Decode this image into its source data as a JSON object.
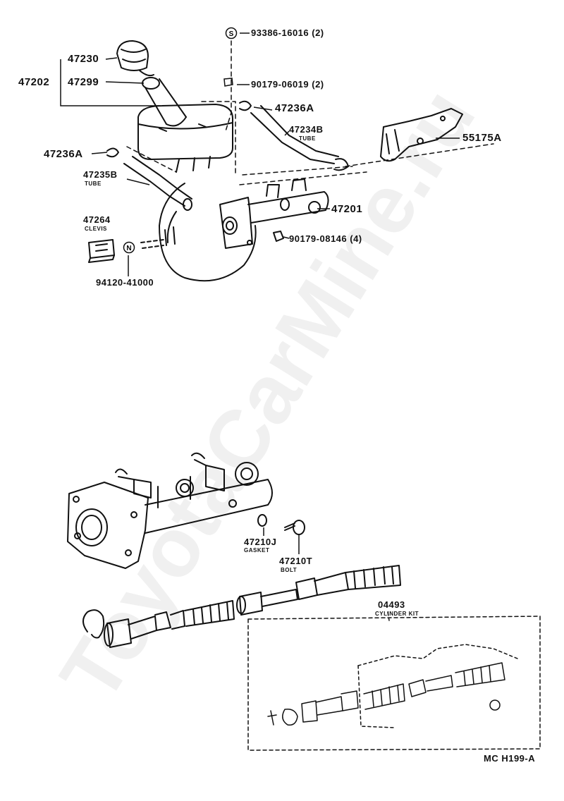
{
  "watermark": "ToyotaCarMine.ru",
  "drawing_code": "MC H199-A",
  "parts": {
    "p47230": "47230",
    "p47202": "47202",
    "p47299": "47299",
    "p93386": "93386-16016 (2)",
    "p90179a": "90179-06019 (2)",
    "p47236a_r": "47236A",
    "p47234b": "47234B",
    "p47234b_sub": "TUBE",
    "p55175a": "55175A",
    "p47236a_l": "47236A",
    "p47235b": "47235B",
    "p47235b_sub": "TUBE",
    "p47201": "47201",
    "p47264": "47264",
    "p47264_sub": "CLEVIS",
    "p90179b": "90179-08146 (4)",
    "p94120": "94120-41000",
    "p47210j": "47210J",
    "p47210j_sub": "GASKET",
    "p47210t": "47210T",
    "p47210t_sub": "BOLT",
    "p04493": "04493",
    "p04493_sub": "CYLINDER KIT"
  },
  "symbols": {
    "s_mark": "S",
    "n_mark": "N"
  },
  "colors": {
    "ink": "#111111",
    "paper": "#ffffff"
  }
}
